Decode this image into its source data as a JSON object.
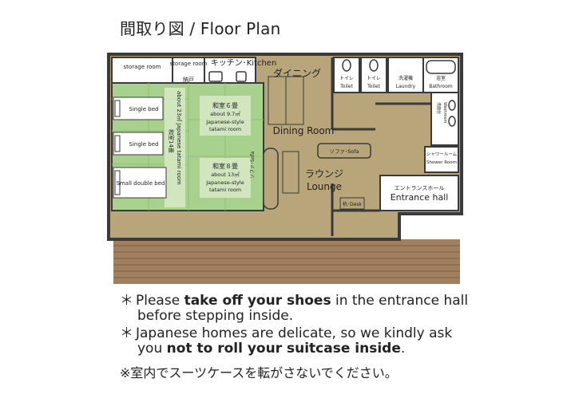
{
  "title": "間取り図 / Floor Plan",
  "rooms": {
    "storage1": "storage room",
    "storage2_en": "storage room",
    "storage2_jp": "納戸",
    "kitchen": "キッチン･Kitchen",
    "dining_jp": "ダイニング",
    "dining_en": "Dining Room",
    "toilet1_jp": "トイレ",
    "toilet1_en": "Toilet",
    "toilet2_jp": "トイレ",
    "toilet2_en": "Toilet",
    "laundry_jp": "洗濯機",
    "laundry_en": "Laundry",
    "bath_jp": "浴室",
    "bath_en": "Bathroom",
    "washroom_jp": "洗面台",
    "washroom_en": "Washroom",
    "sofa1": "ソファ･Sofa",
    "sofa2": "ソファ･Sofa",
    "shower_jp": "シャワールーム",
    "shower_en": "Shower Room",
    "lounge_jp": "ラウンジ",
    "lounge_en": "Lounge",
    "entrance_jp": "エントランスホール",
    "entrance_en": "Entrance hall",
    "desk": "机･Desk",
    "bed1": "Single bed",
    "bed2": "Single bed",
    "bed3": "Small double bed",
    "big_room_jp": "和室14畳",
    "big_room_en": "about 23㎡ Japanese tatami room",
    "room6_jp": "和室６畳",
    "room6_area": "about 9.7㎡",
    "room6_type1": "Japanese-style",
    "room6_type2": "tatami room",
    "room8_jp": "和室８畳",
    "room8_area": "about 13㎡",
    "room8_type1": "Japanese-style",
    "room8_type2": "tatami room"
  },
  "notes": {
    "mark": "＊",
    "n1_a": "Please ",
    "n1_b": "take off your shoes",
    "n1_c": " in the entrance hall",
    "n1_d": "before stepping inside.",
    "n2_a": "Japanese homes are delicate, so we kindly ask",
    "n2_b": "you ",
    "n2_c": "not to roll your suitcase inside",
    "n2_d": ".",
    "n3": "※室内でスーツケースを転がさないでください。"
  },
  "colors": {
    "wall": "#3a3a3a",
    "floor_wood": "#b8a57a",
    "tatami": "#a9d18e",
    "tatami_light": "#d8e9c8",
    "deck": "#a08060"
  }
}
